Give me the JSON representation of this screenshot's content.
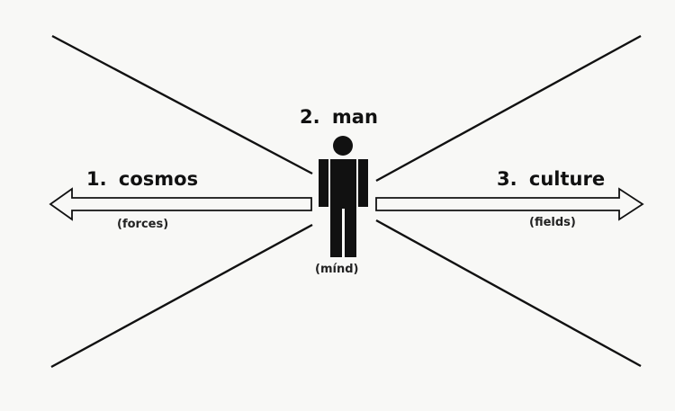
{
  "diagram": {
    "center": {
      "number": "2.",
      "label": "man",
      "note": "(mínd)"
    },
    "left": {
      "number": "1.",
      "label": "cosmos",
      "note": "(forces)"
    },
    "right": {
      "number": "3.",
      "label": "culture",
      "note": "(fields)"
    }
  },
  "colors": {
    "ink": "#111111",
    "background": "#f8f8f6"
  },
  "icons": [
    "human-figure-icon",
    "left-arrow-icon",
    "right-arrow-icon"
  ]
}
